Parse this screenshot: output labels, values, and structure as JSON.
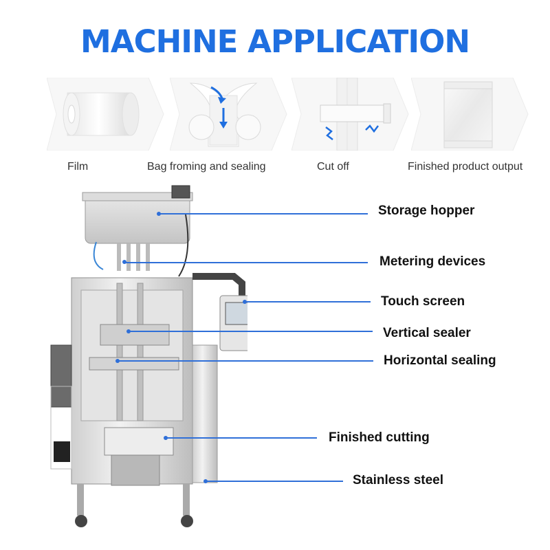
{
  "title": "MACHINE APPLICATION",
  "steps": [
    {
      "label": "Film",
      "icon": "film-roll-icon"
    },
    {
      "label": "Bag froming and sealing",
      "icon": "bag-forming-icon"
    },
    {
      "label": "Cut off",
      "icon": "cut-off-icon"
    },
    {
      "label": "Finished product output",
      "icon": "finished-bag-icon"
    }
  ],
  "callouts": [
    {
      "label": "Storage hopper"
    },
    {
      "label": "Metering devices"
    },
    {
      "label": "Touch screen"
    },
    {
      "label": "Vertical sealer"
    },
    {
      "label": "Horizontal sealing"
    },
    {
      "label": "Finished cutting"
    },
    {
      "label": "Stainless steel"
    }
  ],
  "colors": {
    "accent": "#1f6fe0",
    "line": "#2f6fd8"
  }
}
